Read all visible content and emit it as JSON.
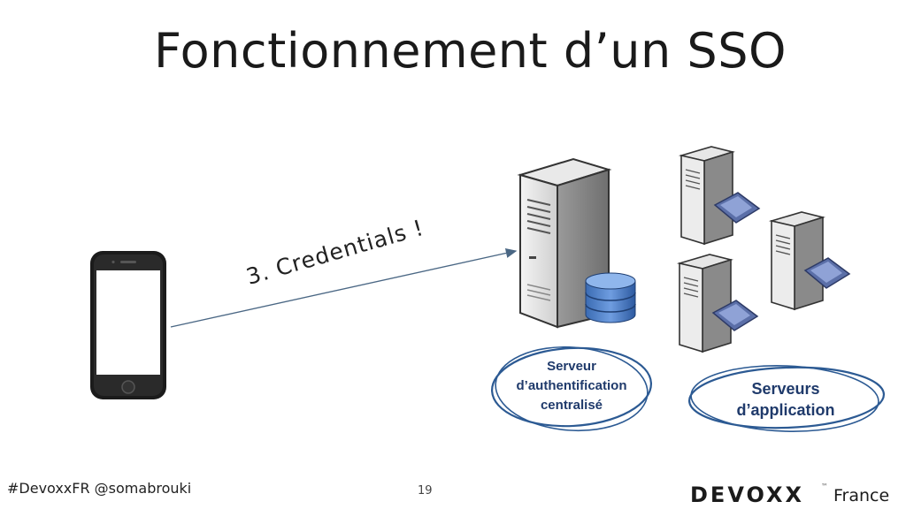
{
  "slide": {
    "title": "Fonctionnement d’un SSO",
    "arrow_label": "3. Credentials !",
    "auth_server_label_line1": "Serveur",
    "auth_server_label_line2": "d’authentification",
    "auth_server_label_line3": "centralisé",
    "app_servers_label_line1": "Serveurs",
    "app_servers_label_line2": "d’application",
    "footer_handle": "#DevoxxFR @somabrouki",
    "page_number": "19",
    "logo_word": "DEVOXX",
    "logo_region": "France",
    "logo_tm": "™"
  },
  "colors": {
    "bubble_stroke": "#2c5a93",
    "arrow": "#4a6784",
    "label_text": "#1f3a6b"
  }
}
